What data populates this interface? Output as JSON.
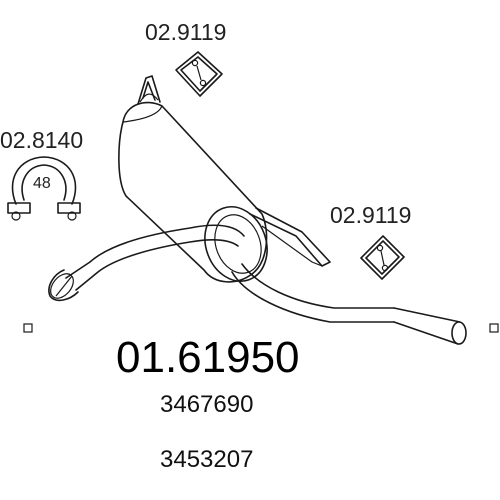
{
  "parts": {
    "hanger_top": "02.9119",
    "clamp": "02.8140",
    "clamp_size": "48",
    "hanger_right": "02.9119"
  },
  "main_number": "01.61950",
  "oe_numbers": [
    "3467690",
    "3453207"
  ]
}
